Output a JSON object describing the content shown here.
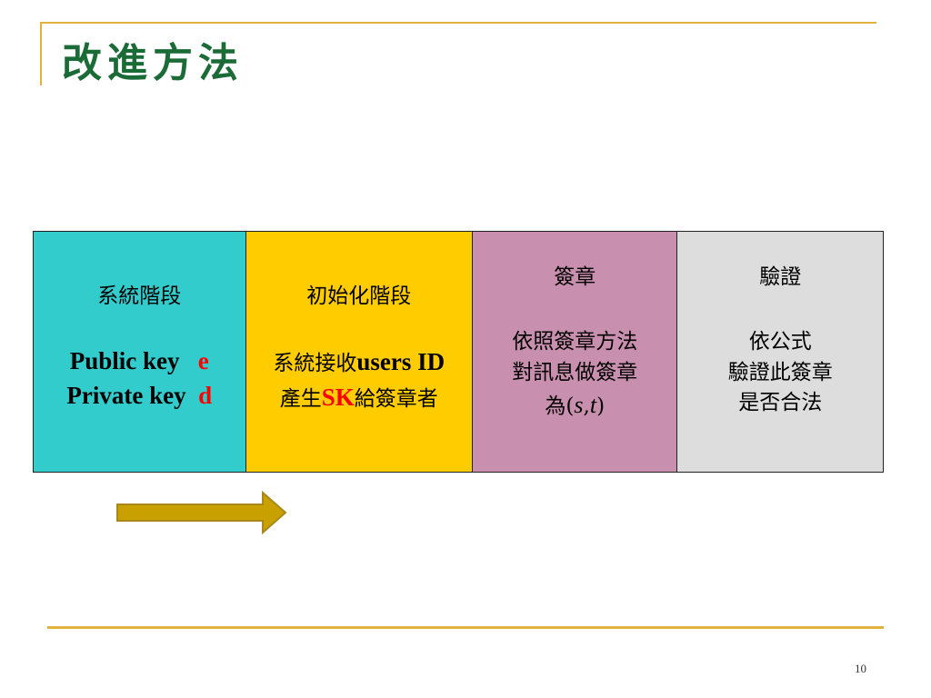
{
  "slide": {
    "title": "改進方法",
    "page_number": "10"
  },
  "stages": [
    {
      "title": "系統階段",
      "public_key_label": "Public key",
      "public_key_symbol": "e",
      "private_key_label": "Private key",
      "private_key_symbol": "d"
    },
    {
      "title": "初始化階段",
      "line1_cjk": "系統接收",
      "line1_latin": "users ID",
      "line2_pre": "產生",
      "line2_sk": "SK",
      "line2_post": "給簽章者"
    },
    {
      "title": "簽章",
      "line1": "依照簽章方法",
      "line2": "對訊息做簽章",
      "line3_pre": "為(",
      "line3_s": "s",
      "line3_comma": ",",
      "line3_t": "t",
      "line3_post": ")"
    },
    {
      "title": "驗證",
      "line1": "依公式",
      "line2": "驗證此簽章",
      "line3": "是否合法"
    }
  ],
  "colors": {
    "title": "#1a6b36",
    "stage1": "#33cccc",
    "stage2": "#ffcc00",
    "stage3": "#c88fae",
    "stage4": "#dddddd",
    "accent_rule": "#e0b43c",
    "arrow": "#c8a000",
    "highlight": "#ff0000"
  },
  "icons": {
    "arrow": "right-arrow-icon"
  }
}
